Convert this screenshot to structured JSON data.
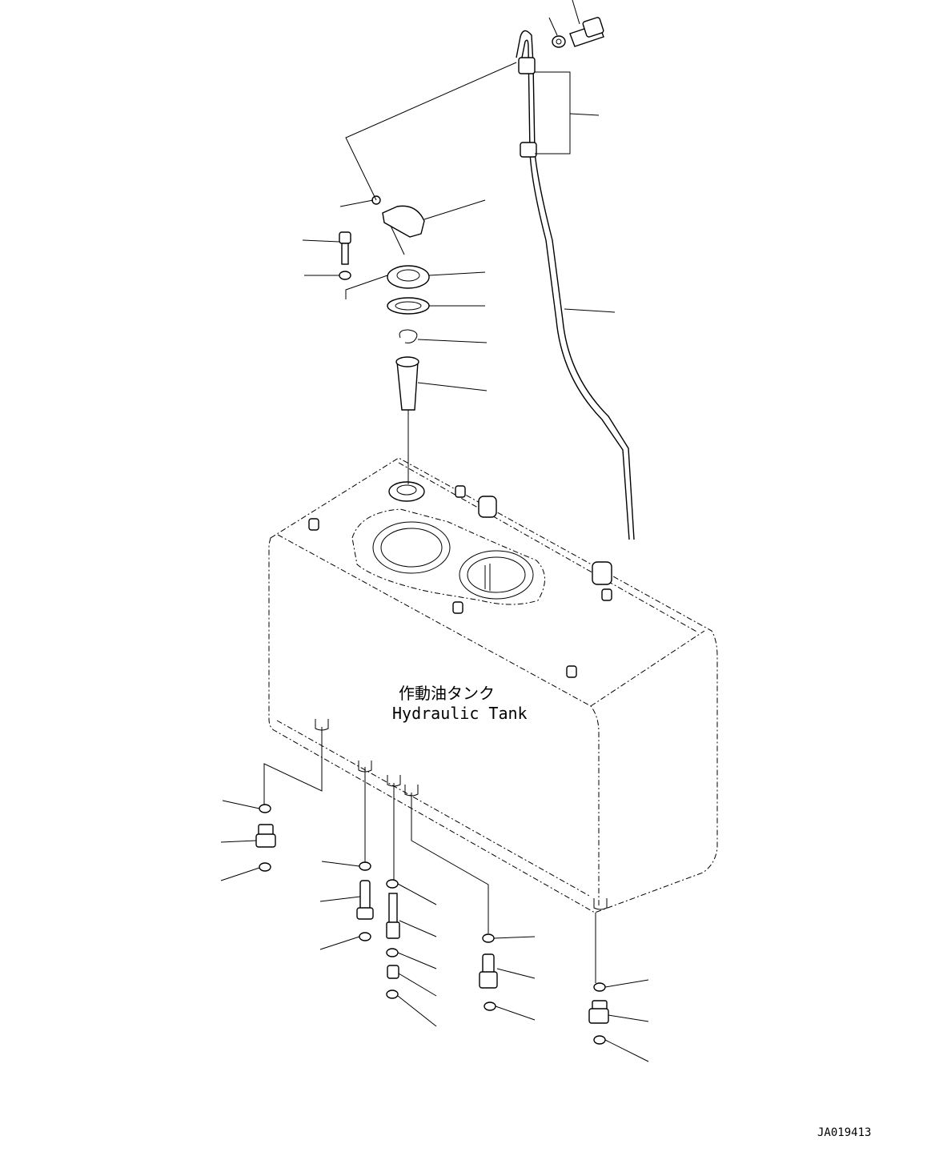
{
  "diagram": {
    "tank_label_jp": "作動油タンク",
    "tank_label_en": "Hydraulic Tank",
    "document_id": "JA019413"
  }
}
